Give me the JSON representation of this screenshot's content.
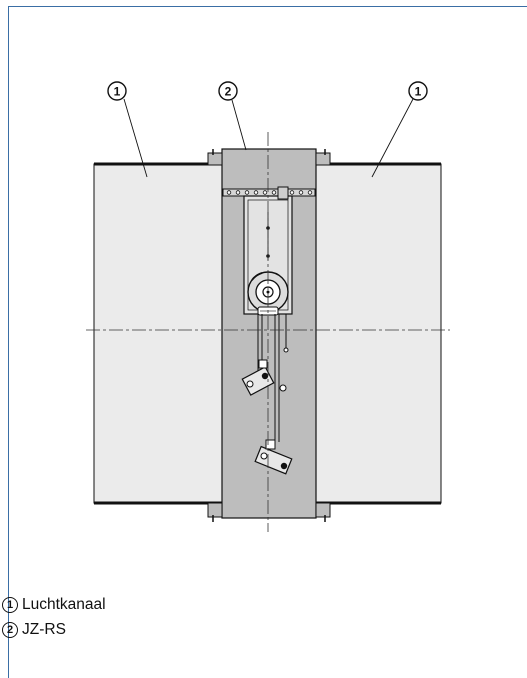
{
  "callouts": {
    "left_duct": "1",
    "damper": "2",
    "right_duct": "1"
  },
  "legend": {
    "items": [
      {
        "number": "1",
        "label": "Luchtkanaal"
      },
      {
        "number": "2",
        "label": "JZ-RS"
      }
    ]
  },
  "colors": {
    "frame_line": "#3a6ea5",
    "duct_fill": "#ebebeb",
    "damper_fill": "#bdbdbd",
    "outline": "#111111"
  }
}
